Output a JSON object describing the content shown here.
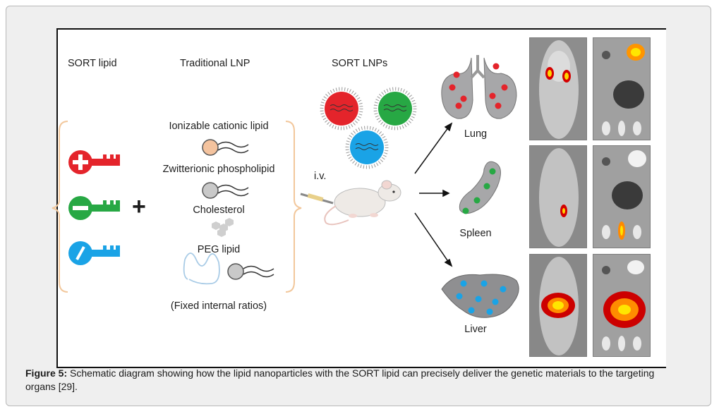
{
  "diagram": {
    "column_titles": {
      "sort_lipid": "SORT lipid",
      "traditional_lnp": "Traditional LNP",
      "sort_lnps": "SORT LNPs"
    },
    "components": {
      "ionizable": "Ionizable cationic lipid",
      "zwitterionic": "Zwitterionic phospholipid",
      "cholesterol": "Cholesterol",
      "peg": "PEG lipid",
      "fixed_ratios": "(Fixed internal ratios)"
    },
    "plus_sign": "+",
    "route": "i.v.",
    "organs": [
      "Lung",
      "Spleen",
      "Liver"
    ],
    "colors": {
      "red": "#e4242b",
      "green": "#27a844",
      "blue": "#1aa3e6",
      "organ_gray": "#a7a7a9",
      "bracket": "#f2c79b"
    }
  },
  "caption": {
    "label": "Figure 5:",
    "text": " Schematic diagram showing how the lipid nanoparticles with the SORT lipid can precisely deliver the genetic materials to the targeting organs [29]."
  }
}
